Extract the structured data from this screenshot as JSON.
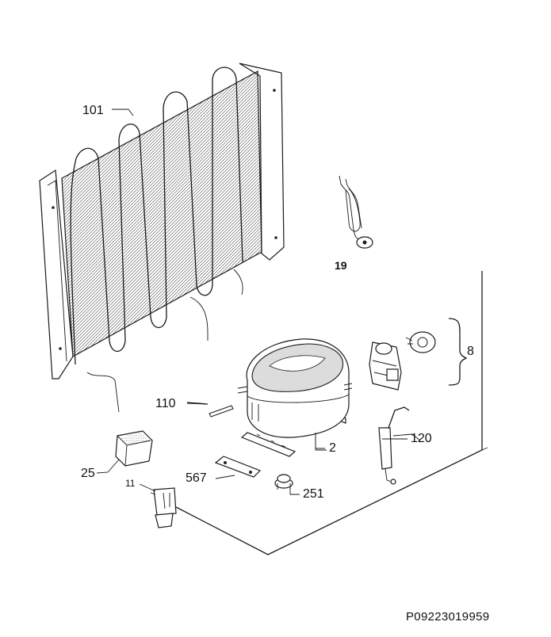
{
  "labels": {
    "condenser": "101",
    "power_cord": "19",
    "relay_group": "8",
    "tube": "110",
    "compressor": "2",
    "filter_drier": "120",
    "capacitor": "25",
    "bracket": "567",
    "grommet": "251",
    "connector": "11"
  },
  "footer": {
    "code": "P09223019959"
  },
  "colors": {
    "ink": "#1a1a1a",
    "background": "#ffffff"
  }
}
